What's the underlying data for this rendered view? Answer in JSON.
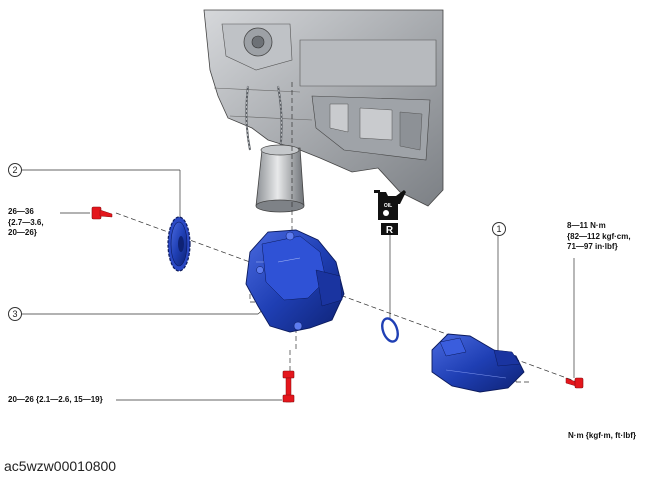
{
  "callouts": {
    "c1": "1",
    "c2": "2",
    "c3": "3"
  },
  "torque": {
    "bolt_right": [
      "8—11 N·m",
      "{82—112 kgf·cm,",
      "71—97 in·lbf}"
    ],
    "bolt_left": [
      "26—36",
      "{2.7—3.6,",
      "20—26}"
    ],
    "bolt_bottom": "20—26 {2.1—2.6, 15—19}"
  },
  "oil_symbol": {
    "top_text": "OIL",
    "bottom_text": "R"
  },
  "units_note": "N·m {kgf·m, ft·lbf}",
  "figure_ref": "ac5wzw00010800",
  "colors": {
    "part_blue": "#1f3fb4",
    "bolt_red": "#e4161c",
    "engine_gray": "#a9acb0"
  }
}
